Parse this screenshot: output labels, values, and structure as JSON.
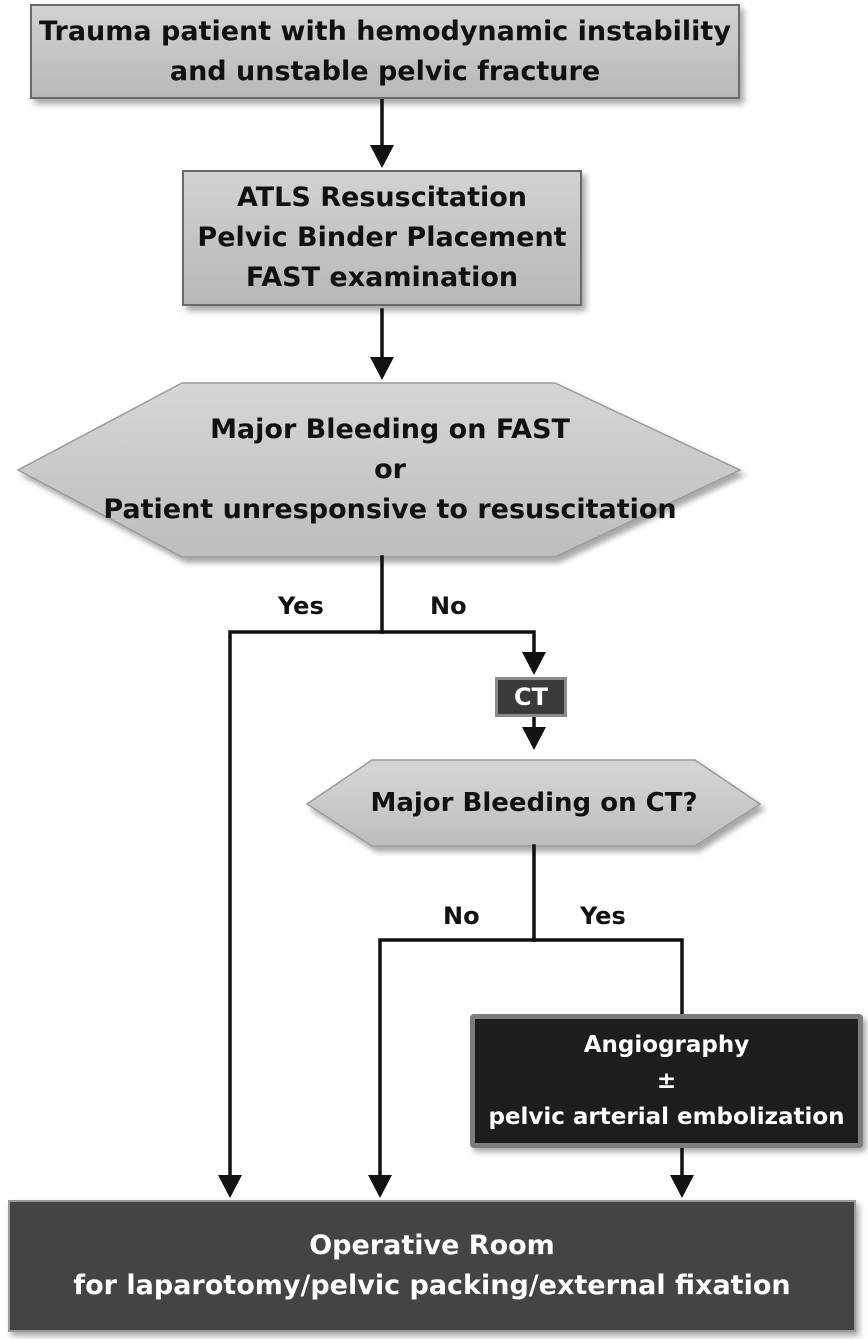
{
  "nodes": {
    "start": {
      "lines": [
        "Trauma patient with hemodynamic instability",
        "and unstable pelvic fracture"
      ]
    },
    "resuscitation": {
      "lines": [
        "ATLS Resuscitation",
        "Pelvic Binder Placement",
        "FAST examination"
      ]
    },
    "decision_fast": {
      "lines": [
        "Major Bleeding on FAST",
        "or",
        "Patient unresponsive to resuscitation"
      ]
    },
    "ct": {
      "label": "CT"
    },
    "decision_ct": {
      "label": "Major Bleeding on CT?"
    },
    "angiography": {
      "lines": [
        "Angiography",
        "±",
        "pelvic arterial embolization"
      ]
    },
    "operative": {
      "lines": [
        "Operative Room",
        "for laparotomy/pelvic packing/external fixation"
      ]
    }
  },
  "edge_labels": {
    "fast_yes": "Yes",
    "fast_no": "No",
    "ct_no": "No",
    "ct_yes": "Yes"
  }
}
